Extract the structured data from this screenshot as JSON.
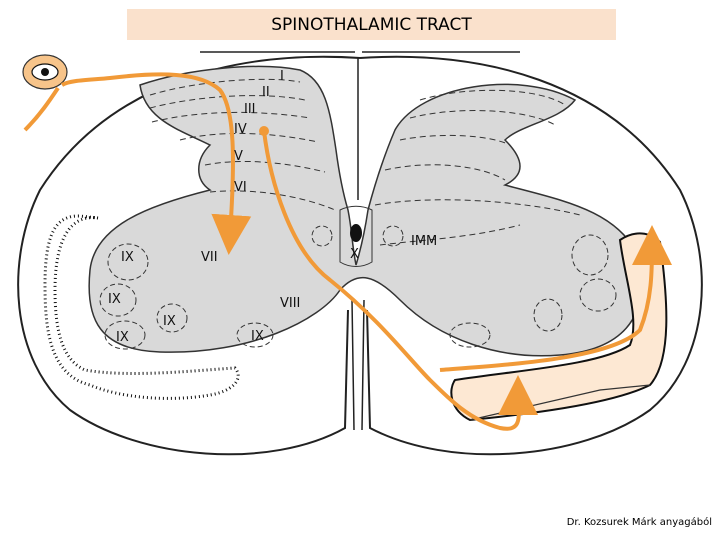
{
  "title": "SPINOTHALAMIC TRACT",
  "credit": "Dr. Kozsurek Márk anyagából",
  "colors": {
    "tract": "#f19a38",
    "tract_region": "#fde8d3",
    "gray_matter": "#d9d9d9",
    "title_bg": "#fae1cc"
  },
  "laminae": {
    "I": "I",
    "II": "II",
    "III": "III",
    "IV": "IV",
    "V": "V",
    "VI": "VI",
    "VII": "VII",
    "VIII": "VIII",
    "IX": "IX",
    "X": "X",
    "IMM": "IMM"
  }
}
